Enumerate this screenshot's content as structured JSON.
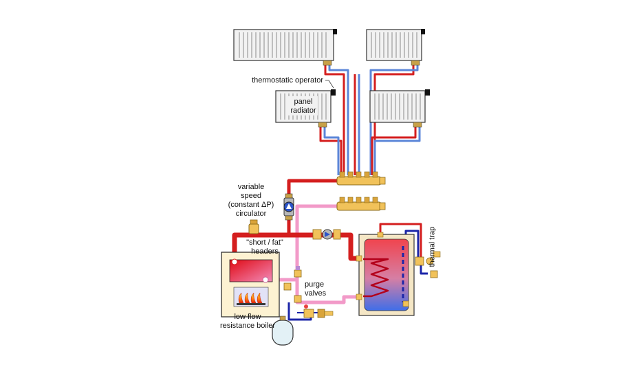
{
  "labels": {
    "thermostatic_operator": "thermostatic operator",
    "panel_radiator_line1": "panel",
    "panel_radiator_line2": "radiator",
    "circulator_line1": "variable",
    "circulator_line2": "speed",
    "circulator_line3": "(constant ΔP)",
    "circulator_line4": "circulator",
    "headers_line1": "\"short / fat\"",
    "headers_line2": "headers",
    "purge_line1": "purge",
    "purge_line2": "valves",
    "boiler_line1": "low flow",
    "boiler_line2": "resistance boiler",
    "thermal_trap": "thermal trap"
  },
  "colors": {
    "supply_pipe": "#d41e1e",
    "return_pipe": "#5b86d8",
    "mixed_pipe": "#f29ac8",
    "manifold_brass": "#f1c25a",
    "radiator_fill": "#f2f2f2",
    "boiler_cabinet": "#fdf2d2",
    "tank_shell": "#f5e7c6",
    "expansion_tank": "#e3f1f6"
  }
}
